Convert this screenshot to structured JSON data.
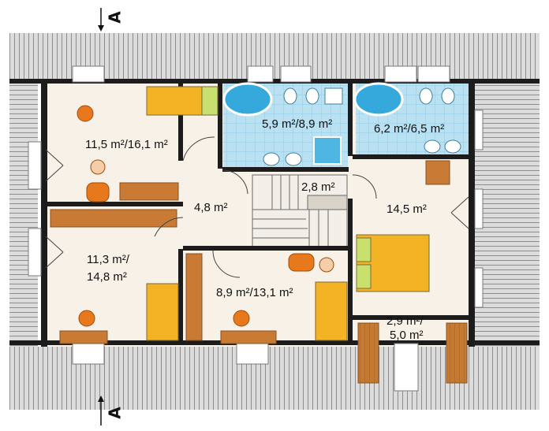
{
  "section_marker": "A",
  "rooms": {
    "room_top_left": "11,5 m²/16,1 m²",
    "bathroom_1": "5,9 m²/8,9 m²",
    "bathroom_2": "6,2 m²/6,5 m²",
    "stair": "2,8 m²",
    "hall": "4,8 m²",
    "master_bedroom": "14,5 m²",
    "room_left_line1": "11,3 m²/",
    "room_left_line2": "14,8 m²",
    "room_bottom_mid": "8,9 m²/13,1 m²",
    "closet_line1": "2,9 m²/",
    "closet_line2": "5,0 m²"
  },
  "colors": {
    "roof": "#d9dadb",
    "roof_lines": "#9a9a9a",
    "wall": "#1a1a1a",
    "floor": "#f7f1e8",
    "bath_tile": "#b7dff0",
    "tub": "#35a8dc",
    "bed": "#f4b324",
    "bed_green": "#c8e06e",
    "furniture": "#c97a35",
    "chair": "#e8781c"
  }
}
